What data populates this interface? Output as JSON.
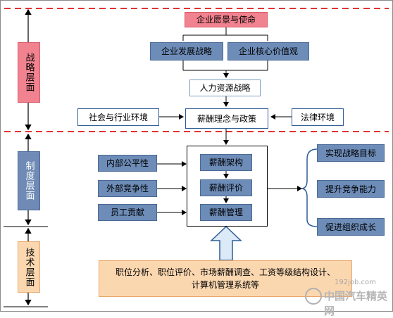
{
  "levels": {
    "strategy": "战略层面",
    "system": "制度层面",
    "technical": "技术层面"
  },
  "boxes": {
    "vision": "企业愿景与使命",
    "dev_strategy": "企业发展战略",
    "core_values": "企业核心价值观",
    "hr_strategy": "人力资源战略",
    "social_env": "社会与行业环境",
    "pay_philosophy": "薪酬理念与政策",
    "legal_env": "法律环境",
    "internal_equity": "内部公平性",
    "external_comp": "外部竞争性",
    "employee_contrib": "员工贡献",
    "pay_structure": "薪酬架构",
    "pay_evaluation": "薪酬评价",
    "pay_management": "薪酬管理",
    "goal_strategy": "实现战略目标",
    "goal_competitiveness": "提升竞争能力",
    "goal_growth": "促进组织成长",
    "tech_line1": "职位分析、职位评价、市场薪酬调查、工资等级结构设计、",
    "tech_line2": "计算机管理系统等"
  },
  "watermark": {
    "url": "192job.com",
    "name": "中国汽车精英网"
  },
  "colors": {
    "divider": "#e23232",
    "box_blue": "#6d8cb8",
    "level_pink": "#f1828f",
    "level_orange": "#fbd7b0",
    "arrow_fill": "#dce9f7"
  }
}
